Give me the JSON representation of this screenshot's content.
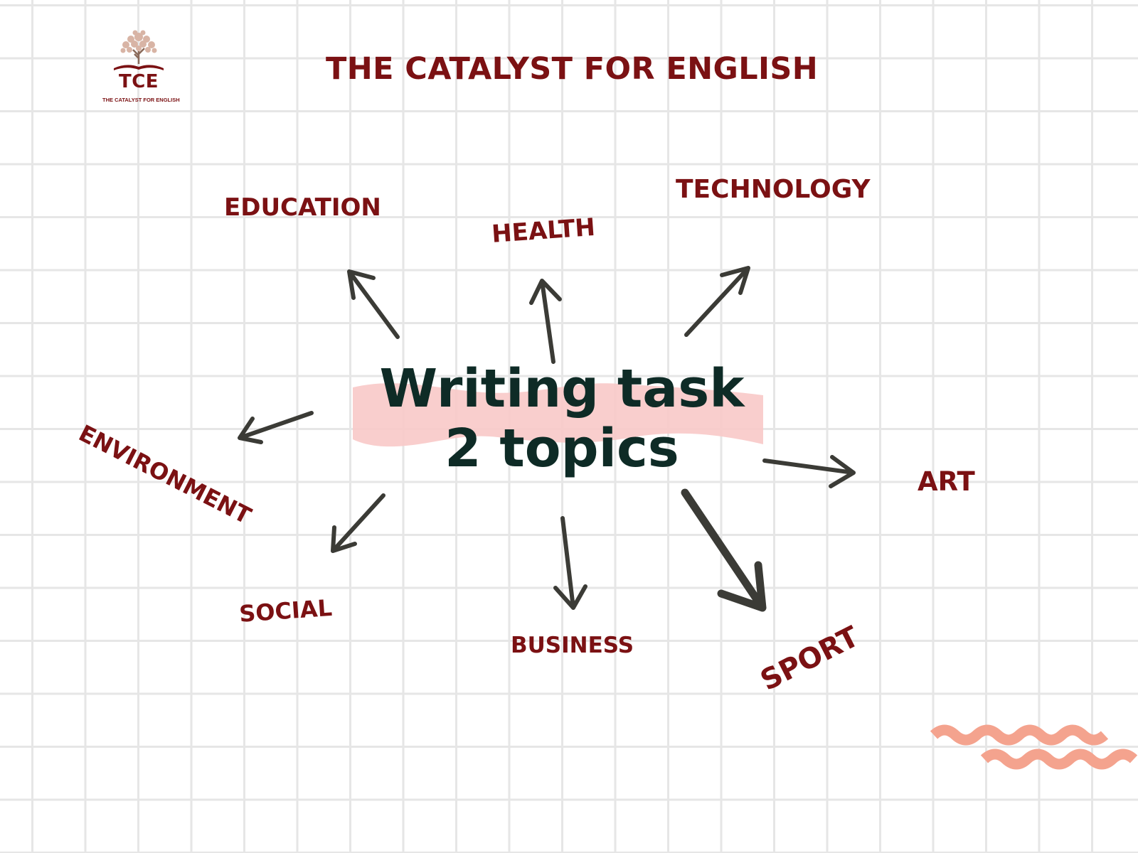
{
  "header": {
    "title": "THE CATALYST FOR ENGLISH",
    "logo": {
      "abbreviation": "TCE",
      "subtitle": "THE CATALYST FOR ENGLISH",
      "icon": "tree-book-icon"
    }
  },
  "center": {
    "line1": "Writing task",
    "line2": "2 topics"
  },
  "topics": {
    "education": "EDUCATION",
    "health": "HEALTH",
    "technology": "TECHNOLOGY",
    "environment": "ENVIRONMENT",
    "art": "ART",
    "social": "SOCIAL",
    "business": "BUSINESS",
    "sport": "SPORT"
  },
  "colors": {
    "title": "#7b1113",
    "center_text": "#0e2b26",
    "highlight": "#f8c9c8",
    "arrow": "#3b3b36",
    "wave_decoration": "#f4a38e",
    "grid": "#e6e6e6"
  }
}
